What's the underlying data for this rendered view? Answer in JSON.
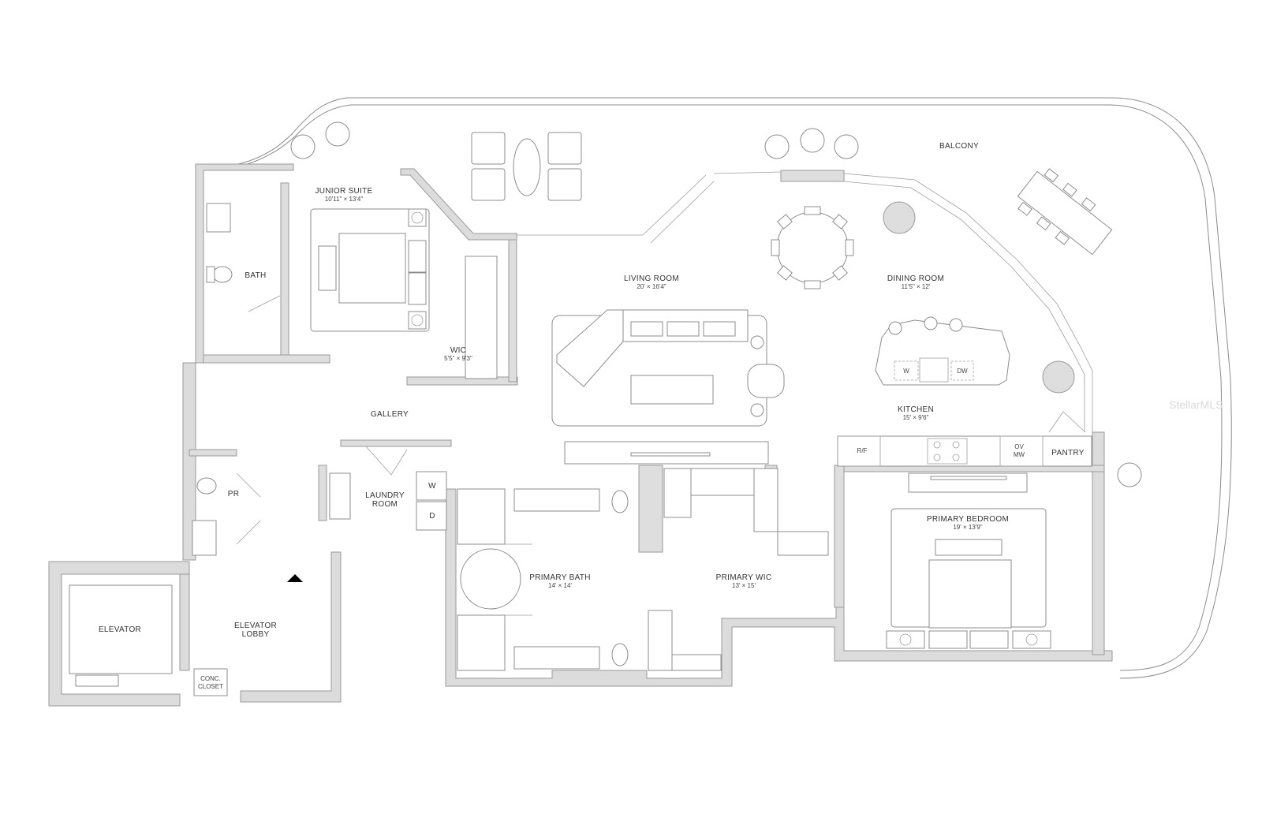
{
  "rooms": {
    "balcony": {
      "name": "BALCONY"
    },
    "junior_suite": {
      "name": "JUNIOR SUITE",
      "dims": "10'11\" × 13'4\""
    },
    "bath": {
      "name": "BATH"
    },
    "wic": {
      "name": "WIC",
      "dims": "5'5\" × 9'3\""
    },
    "living_room": {
      "name": "LIVING ROOM",
      "dims": "20' × 16'4\""
    },
    "dining_room": {
      "name": "DINING ROOM",
      "dims": "11'5\" × 12'"
    },
    "kitchen": {
      "name": "KITCHEN",
      "dims": "15' × 9'6\""
    },
    "gallery": {
      "name": "GALLERY"
    },
    "pr": {
      "name": "PR"
    },
    "laundry_room": {
      "name_line1": "LAUNDRY",
      "name_line2": "ROOM"
    },
    "primary_bath": {
      "name": "PRIMARY BATH",
      "dims": "14' × 14'"
    },
    "primary_wic": {
      "name": "PRIMARY WIC",
      "dims": "13' × 15'"
    },
    "primary_bedroom": {
      "name": "PRIMARY BEDROOM",
      "dims": "19' × 13'9\""
    },
    "elevator": {
      "name": "ELEVATOR"
    },
    "elevator_lobby": {
      "name_line1": "ELEVATOR",
      "name_line2": "LOBBY"
    },
    "conc_closet": {
      "name_line1": "CONC.",
      "name_line2": "CLOSET"
    },
    "pantry": {
      "name": "PANTRY"
    }
  },
  "appliances": {
    "washer": "W",
    "dryer": "D",
    "island_washer": "W",
    "dishwasher": "DW",
    "refrigerator": "R/F",
    "oven_line1": "OV",
    "oven_line2": "MW"
  },
  "watermark": "StellarMLS",
  "colors": {
    "wall": "#dcdcdc",
    "line": "#8c8c8c",
    "text": "#333333"
  }
}
